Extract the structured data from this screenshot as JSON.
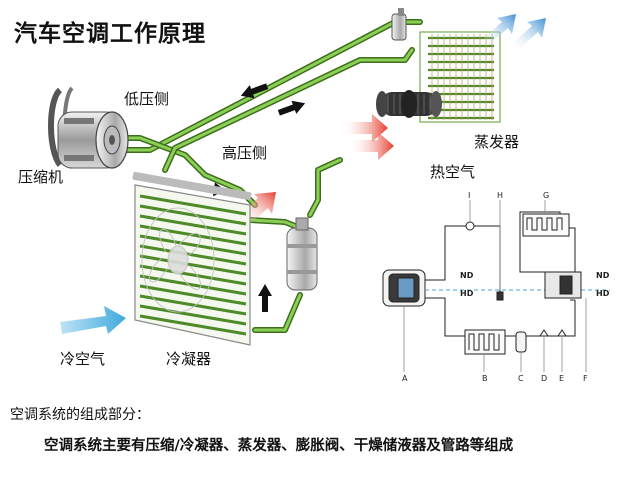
{
  "title": "汽车空调工作原理",
  "labels": {
    "low_pressure_side": "低压侧",
    "high_pressure_side": "高压侧",
    "compressor": "压缩机",
    "evaporator": "蒸发器",
    "hot_air": "热空气",
    "cold_air": "冷空气",
    "condenser": "冷凝器"
  },
  "schematic": {
    "letters": [
      "A",
      "B",
      "C",
      "D",
      "E",
      "F",
      "G",
      "H",
      "I"
    ],
    "line_labels": {
      "nd_left": "ND",
      "hd_left": "HD",
      "nd_right": "ND",
      "hd_right": "HD"
    }
  },
  "footer": {
    "heading": "空调系统的组成部分：",
    "text": "空调系统主要有压缩/冷凝器、蒸发器、膨胀阀、干燥储液器及管路等组成"
  },
  "colors": {
    "pipe_green": "#5b9b2e",
    "coil_green": "#6aa84f",
    "hot_arrow": "#e53b2c",
    "cold_arrow": "#3f8fd4",
    "dashed_line": "#4aa3d8"
  }
}
